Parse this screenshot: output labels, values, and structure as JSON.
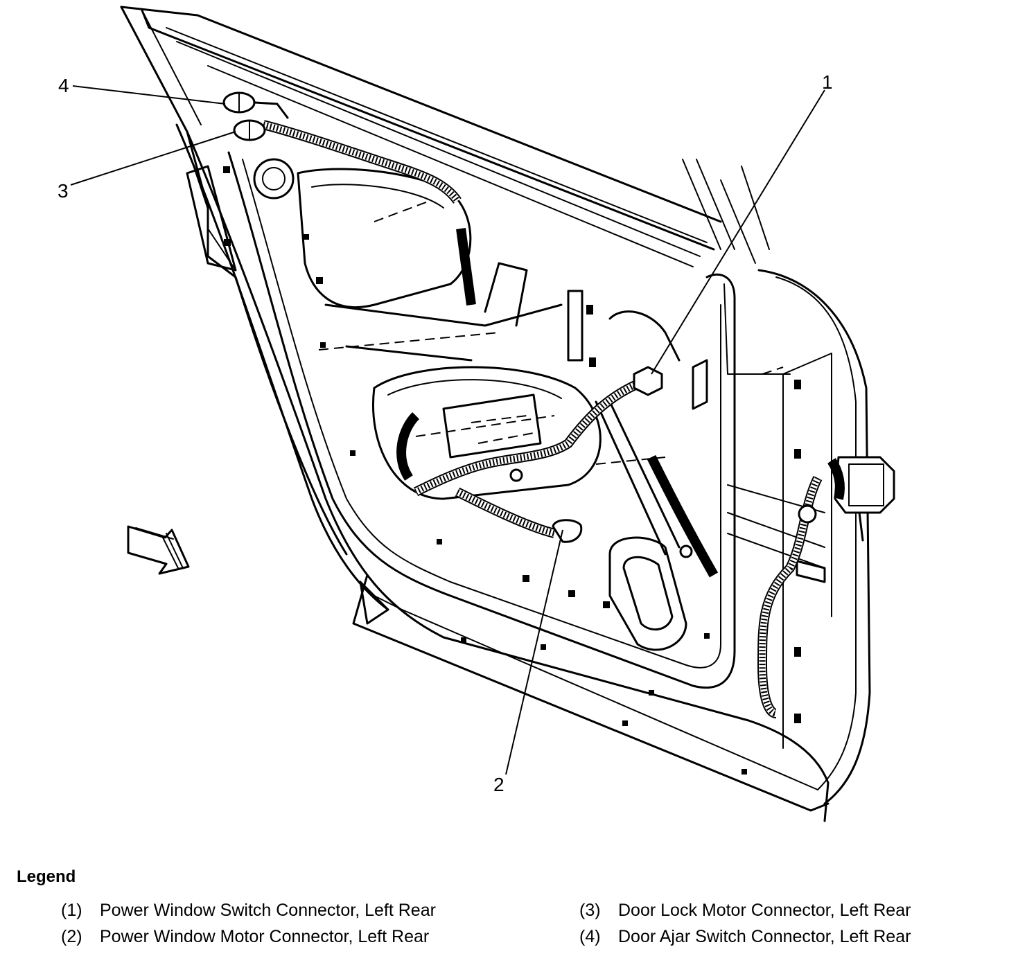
{
  "callouts": [
    {
      "id": "1",
      "label": "1"
    },
    {
      "id": "2",
      "label": "2"
    },
    {
      "id": "3",
      "label": "3"
    },
    {
      "id": "4",
      "label": "4"
    }
  ],
  "legend": {
    "title": "Legend",
    "items": [
      {
        "num": "(1)",
        "text": "Power Window Switch Connector, Left Rear"
      },
      {
        "num": "(2)",
        "text": "Power Window Motor Connector, Left Rear"
      },
      {
        "num": "(3)",
        "text": "Door Lock Motor Connector, Left Rear"
      },
      {
        "num": "(4)",
        "text": "Door Ajar Switch Connector, Left Rear"
      }
    ]
  }
}
